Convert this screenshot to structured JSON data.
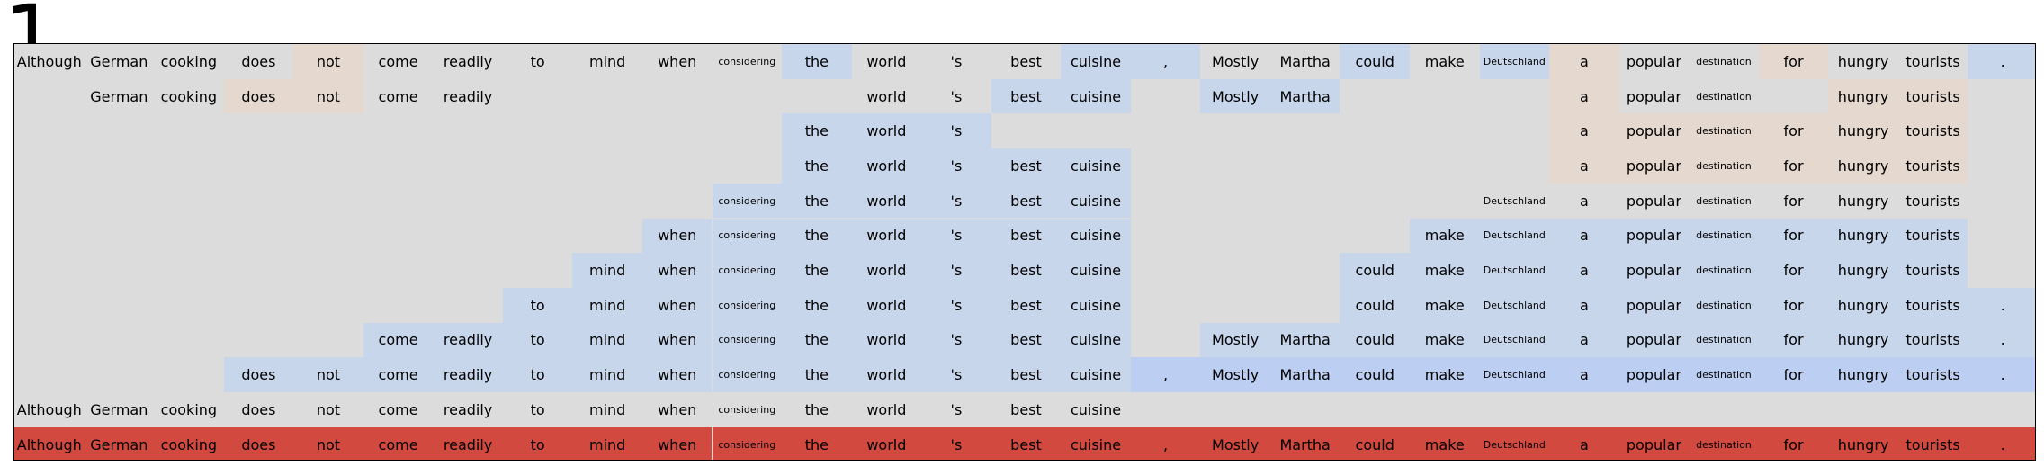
{
  "figure_number": "1",
  "tokens": [
    "Although",
    "German",
    "cooking",
    "does",
    "not",
    "come",
    "readily",
    "to",
    "mind",
    "when",
    "considering",
    "the",
    "world",
    "'s",
    "best",
    "cuisine",
    ",",
    "Mostly",
    "Martha",
    "could",
    "make",
    "Deutschland",
    "a",
    "popular",
    "destination",
    "for",
    "hungry",
    "tourists",
    "."
  ],
  "small_font_tokens": [
    10,
    21,
    24
  ],
  "colors": {
    "background": "#dcdcdc",
    "highlight_blue": "#c8d6ec",
    "highlight_peach": "#e5d8cf",
    "highlight_blue_strong": "#bccff2",
    "highlight_red": "#d2493f"
  },
  "rows": [
    {
      "cells": [
        {
          "i": 0,
          "c": "t"
        },
        {
          "i": 1,
          "c": "t"
        },
        {
          "i": 2,
          "c": "t"
        },
        {
          "i": 3,
          "c": "t"
        },
        {
          "i": 4,
          "c": "peach"
        },
        {
          "i": 5,
          "c": "t"
        },
        {
          "i": 6,
          "c": "t"
        },
        {
          "i": 7,
          "c": "t"
        },
        {
          "i": 8,
          "c": "t"
        },
        {
          "i": 9,
          "c": "t"
        },
        {
          "i": 10,
          "c": "t"
        },
        {
          "i": 11,
          "c": "blue"
        },
        {
          "i": 12,
          "c": "t"
        },
        {
          "i": 13,
          "c": "t"
        },
        {
          "i": 14,
          "c": "t"
        },
        {
          "i": 15,
          "c": "blue"
        },
        {
          "i": 16,
          "c": "blue"
        },
        {
          "i": 17,
          "c": "t"
        },
        {
          "i": 18,
          "c": "t"
        },
        {
          "i": 19,
          "c": "blue"
        },
        {
          "i": 20,
          "c": "t"
        },
        {
          "i": 21,
          "c": "blue"
        },
        {
          "i": 22,
          "c": "peach"
        },
        {
          "i": 23,
          "c": "t"
        },
        {
          "i": 24,
          "c": "t"
        },
        {
          "i": 25,
          "c": "peach"
        },
        {
          "i": 26,
          "c": "t"
        },
        {
          "i": 27,
          "c": "t"
        },
        {
          "i": 28,
          "c": "blue"
        }
      ]
    },
    {
      "cells": [
        {
          "i": 1,
          "c": "t"
        },
        {
          "i": 2,
          "c": "t"
        },
        {
          "i": 3,
          "c": "peach"
        },
        {
          "i": 4,
          "c": "peach"
        },
        {
          "i": 5,
          "c": "t"
        },
        {
          "i": 6,
          "c": "t"
        },
        {
          "i": 12,
          "c": "t"
        },
        {
          "i": 13,
          "c": "t"
        },
        {
          "i": 14,
          "c": "blue"
        },
        {
          "i": 15,
          "c": "blue"
        },
        {
          "i": 17,
          "c": "blue"
        },
        {
          "i": 18,
          "c": "blue"
        },
        {
          "i": 22,
          "c": "peach"
        },
        {
          "i": 23,
          "c": "t"
        },
        {
          "i": 24,
          "c": "t"
        },
        {
          "i": 26,
          "c": "peach"
        },
        {
          "i": 27,
          "c": "peach"
        }
      ]
    },
    {
      "cells": [
        {
          "i": 11,
          "c": "blue"
        },
        {
          "i": 12,
          "c": "blue"
        },
        {
          "i": 13,
          "c": "blue"
        },
        {
          "i": 22,
          "c": "peach"
        },
        {
          "i": 23,
          "c": "peach"
        },
        {
          "i": 24,
          "c": "peach"
        },
        {
          "i": 25,
          "c": "peach"
        },
        {
          "i": 26,
          "c": "peach"
        },
        {
          "i": 27,
          "c": "peach"
        }
      ]
    },
    {
      "cells": [
        {
          "i": 11,
          "c": "blue"
        },
        {
          "i": 12,
          "c": "blue"
        },
        {
          "i": 13,
          "c": "blue"
        },
        {
          "i": 14,
          "c": "blue"
        },
        {
          "i": 15,
          "c": "blue"
        },
        {
          "i": 22,
          "c": "peach"
        },
        {
          "i": 23,
          "c": "peach"
        },
        {
          "i": 24,
          "c": "peach"
        },
        {
          "i": 25,
          "c": "peach"
        },
        {
          "i": 26,
          "c": "peach"
        },
        {
          "i": 27,
          "c": "peach"
        }
      ]
    },
    {
      "cells": [
        {
          "i": 10,
          "c": "blue"
        },
        {
          "i": 11,
          "c": "blue"
        },
        {
          "i": 12,
          "c": "blue"
        },
        {
          "i": 13,
          "c": "blue"
        },
        {
          "i": 14,
          "c": "blue"
        },
        {
          "i": 15,
          "c": "blue"
        },
        {
          "i": 21,
          "c": "t"
        },
        {
          "i": 22,
          "c": "t"
        },
        {
          "i": 23,
          "c": "t"
        },
        {
          "i": 24,
          "c": "t"
        },
        {
          "i": 25,
          "c": "t"
        },
        {
          "i": 26,
          "c": "t"
        },
        {
          "i": 27,
          "c": "t"
        }
      ]
    },
    {
      "cells": [
        {
          "i": 9,
          "c": "blue"
        },
        {
          "i": 10,
          "c": "blue"
        },
        {
          "i": 11,
          "c": "blue"
        },
        {
          "i": 12,
          "c": "blue"
        },
        {
          "i": 13,
          "c": "blue"
        },
        {
          "i": 14,
          "c": "blue"
        },
        {
          "i": 15,
          "c": "blue"
        },
        {
          "i": 20,
          "c": "blue"
        },
        {
          "i": 21,
          "c": "blue"
        },
        {
          "i": 22,
          "c": "blue"
        },
        {
          "i": 23,
          "c": "blue"
        },
        {
          "i": 24,
          "c": "blue"
        },
        {
          "i": 25,
          "c": "blue"
        },
        {
          "i": 26,
          "c": "blue"
        },
        {
          "i": 27,
          "c": "blue"
        }
      ]
    },
    {
      "cells": [
        {
          "i": 8,
          "c": "blue"
        },
        {
          "i": 9,
          "c": "blue"
        },
        {
          "i": 10,
          "c": "blue"
        },
        {
          "i": 11,
          "c": "blue"
        },
        {
          "i": 12,
          "c": "blue"
        },
        {
          "i": 13,
          "c": "blue"
        },
        {
          "i": 14,
          "c": "blue"
        },
        {
          "i": 15,
          "c": "blue"
        },
        {
          "i": 19,
          "c": "blue"
        },
        {
          "i": 20,
          "c": "blue"
        },
        {
          "i": 21,
          "c": "blue"
        },
        {
          "i": 22,
          "c": "blue"
        },
        {
          "i": 23,
          "c": "blue"
        },
        {
          "i": 24,
          "c": "blue"
        },
        {
          "i": 25,
          "c": "blue"
        },
        {
          "i": 26,
          "c": "blue"
        },
        {
          "i": 27,
          "c": "blue"
        }
      ]
    },
    {
      "cells": [
        {
          "i": 7,
          "c": "blue"
        },
        {
          "i": 8,
          "c": "blue"
        },
        {
          "i": 9,
          "c": "blue"
        },
        {
          "i": 10,
          "c": "blue"
        },
        {
          "i": 11,
          "c": "blue"
        },
        {
          "i": 12,
          "c": "blue"
        },
        {
          "i": 13,
          "c": "blue"
        },
        {
          "i": 14,
          "c": "blue"
        },
        {
          "i": 15,
          "c": "blue"
        },
        {
          "i": 19,
          "c": "blue"
        },
        {
          "i": 20,
          "c": "blue"
        },
        {
          "i": 21,
          "c": "blue"
        },
        {
          "i": 22,
          "c": "blue"
        },
        {
          "i": 23,
          "c": "blue"
        },
        {
          "i": 24,
          "c": "blue"
        },
        {
          "i": 25,
          "c": "blue"
        },
        {
          "i": 26,
          "c": "blue"
        },
        {
          "i": 27,
          "c": "blue"
        },
        {
          "i": 28,
          "c": "blue"
        }
      ]
    },
    {
      "cells": [
        {
          "i": 5,
          "c": "blue"
        },
        {
          "i": 6,
          "c": "blue"
        },
        {
          "i": 7,
          "c": "blue"
        },
        {
          "i": 8,
          "c": "blue"
        },
        {
          "i": 9,
          "c": "blue"
        },
        {
          "i": 10,
          "c": "blue"
        },
        {
          "i": 11,
          "c": "blue"
        },
        {
          "i": 12,
          "c": "blue"
        },
        {
          "i": 13,
          "c": "blue"
        },
        {
          "i": 14,
          "c": "blue"
        },
        {
          "i": 15,
          "c": "blue"
        },
        {
          "i": 17,
          "c": "blue"
        },
        {
          "i": 18,
          "c": "blue"
        },
        {
          "i": 19,
          "c": "blue"
        },
        {
          "i": 20,
          "c": "blue"
        },
        {
          "i": 21,
          "c": "blue"
        },
        {
          "i": 22,
          "c": "blue"
        },
        {
          "i": 23,
          "c": "blue"
        },
        {
          "i": 24,
          "c": "blue"
        },
        {
          "i": 25,
          "c": "blue"
        },
        {
          "i": 26,
          "c": "blue"
        },
        {
          "i": 27,
          "c": "blue"
        },
        {
          "i": 28,
          "c": "blue"
        }
      ]
    },
    {
      "cells": [
        {
          "i": 3,
          "c": "blue"
        },
        {
          "i": 4,
          "c": "blue"
        },
        {
          "i": 5,
          "c": "blue"
        },
        {
          "i": 6,
          "c": "blue"
        },
        {
          "i": 7,
          "c": "blue"
        },
        {
          "i": 8,
          "c": "blue"
        },
        {
          "i": 9,
          "c": "blue"
        },
        {
          "i": 10,
          "c": "blue"
        },
        {
          "i": 11,
          "c": "blue"
        },
        {
          "i": 12,
          "c": "blue"
        },
        {
          "i": 13,
          "c": "blue"
        },
        {
          "i": 14,
          "c": "blue"
        },
        {
          "i": 15,
          "c": "blue"
        },
        {
          "i": 16,
          "c": "blue2"
        },
        {
          "i": 17,
          "c": "blue2"
        },
        {
          "i": 18,
          "c": "blue2"
        },
        {
          "i": 19,
          "c": "blue2"
        },
        {
          "i": 20,
          "c": "blue2"
        },
        {
          "i": 21,
          "c": "blue2"
        },
        {
          "i": 22,
          "c": "blue2"
        },
        {
          "i": 23,
          "c": "blue2"
        },
        {
          "i": 24,
          "c": "blue2"
        },
        {
          "i": 25,
          "c": "blue2"
        },
        {
          "i": 26,
          "c": "blue2"
        },
        {
          "i": 27,
          "c": "blue2"
        },
        {
          "i": 28,
          "c": "blue2"
        }
      ]
    },
    {
      "cells": [
        {
          "i": 0,
          "c": "t"
        },
        {
          "i": 1,
          "c": "t"
        },
        {
          "i": 2,
          "c": "t"
        },
        {
          "i": 3,
          "c": "t"
        },
        {
          "i": 4,
          "c": "t"
        },
        {
          "i": 5,
          "c": "t"
        },
        {
          "i": 6,
          "c": "t"
        },
        {
          "i": 7,
          "c": "t"
        },
        {
          "i": 8,
          "c": "t"
        },
        {
          "i": 9,
          "c": "t"
        },
        {
          "i": 10,
          "c": "t"
        },
        {
          "i": 11,
          "c": "t"
        },
        {
          "i": 12,
          "c": "t"
        },
        {
          "i": 13,
          "c": "t"
        },
        {
          "i": 14,
          "c": "t"
        },
        {
          "i": 15,
          "c": "t"
        }
      ]
    },
    {
      "cells": [
        {
          "i": 0,
          "c": "red"
        },
        {
          "i": 1,
          "c": "red"
        },
        {
          "i": 2,
          "c": "red"
        },
        {
          "i": 3,
          "c": "red"
        },
        {
          "i": 4,
          "c": "red"
        },
        {
          "i": 5,
          "c": "red"
        },
        {
          "i": 6,
          "c": "red"
        },
        {
          "i": 7,
          "c": "red"
        },
        {
          "i": 8,
          "c": "red"
        },
        {
          "i": 9,
          "c": "red"
        },
        {
          "i": 10,
          "c": "red"
        },
        {
          "i": 11,
          "c": "red"
        },
        {
          "i": 12,
          "c": "red"
        },
        {
          "i": 13,
          "c": "red"
        },
        {
          "i": 14,
          "c": "red"
        },
        {
          "i": 15,
          "c": "red"
        },
        {
          "i": 16,
          "c": "red"
        },
        {
          "i": 17,
          "c": "red"
        },
        {
          "i": 18,
          "c": "red"
        },
        {
          "i": 19,
          "c": "red"
        },
        {
          "i": 20,
          "c": "red"
        },
        {
          "i": 21,
          "c": "red"
        },
        {
          "i": 22,
          "c": "red"
        },
        {
          "i": 23,
          "c": "red"
        },
        {
          "i": 24,
          "c": "red"
        },
        {
          "i": 25,
          "c": "red"
        },
        {
          "i": 26,
          "c": "red"
        },
        {
          "i": 27,
          "c": "red"
        },
        {
          "i": 28,
          "c": "red"
        }
      ]
    }
  ]
}
